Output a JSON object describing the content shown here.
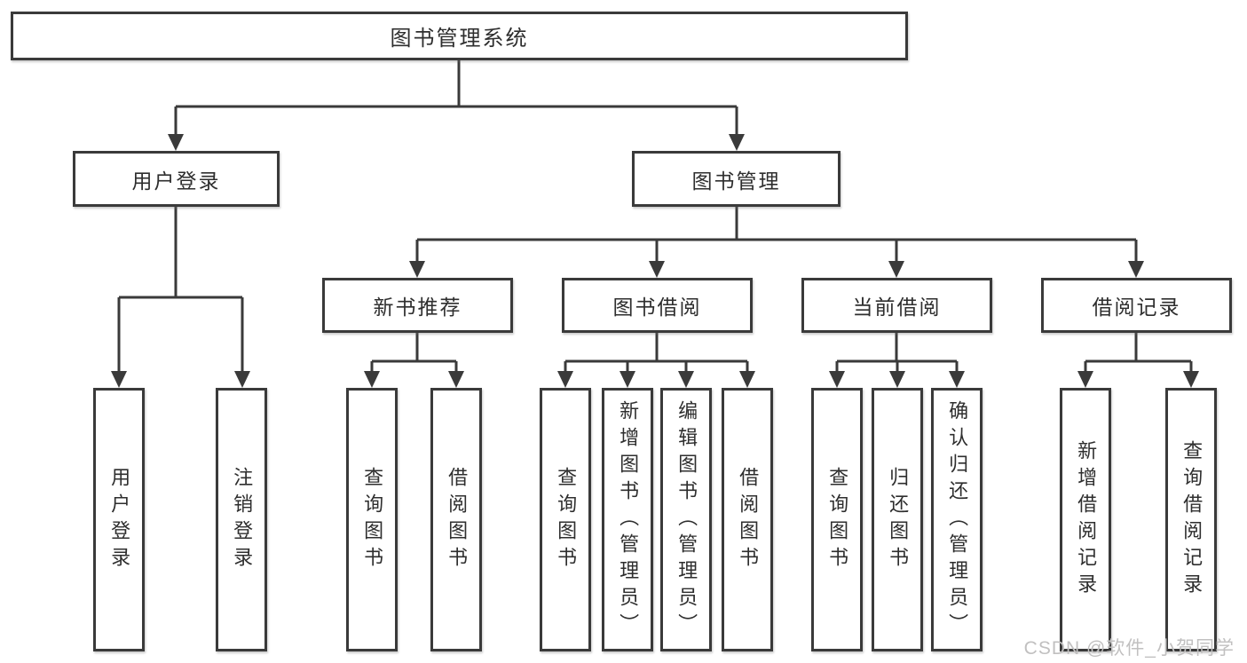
{
  "diagram": {
    "root": {
      "label": "图书管理系统"
    },
    "branches": [
      {
        "label": "用户登录",
        "children": [
          {
            "label": "用户登录"
          },
          {
            "label": "注销登录"
          }
        ]
      },
      {
        "label": "图书管理",
        "children": [
          {
            "label": "新书推荐",
            "children": [
              {
                "label": "查询图书"
              },
              {
                "label": "借阅图书"
              }
            ]
          },
          {
            "label": "图书借阅",
            "children": [
              {
                "label": "查询图书"
              },
              {
                "label": "新增图书（管理员）"
              },
              {
                "label": "编辑图书（管理员）"
              },
              {
                "label": "借阅图书"
              }
            ]
          },
          {
            "label": "当前借阅",
            "children": [
              {
                "label": "查询图书"
              },
              {
                "label": "归还图书"
              },
              {
                "label": "确认归还（管理员）"
              }
            ]
          },
          {
            "label": "借阅记录",
            "children": [
              {
                "label": "新增借阅记录"
              },
              {
                "label": "查询借阅记录"
              }
            ]
          }
        ]
      }
    ]
  },
  "watermark": {
    "text": "CSDN @软件_小贺同学"
  },
  "colors": {
    "line": "#3a3a3a",
    "text": "#2e2e2e",
    "watermark": "#c1c0c0",
    "background": "#ffffff"
  }
}
